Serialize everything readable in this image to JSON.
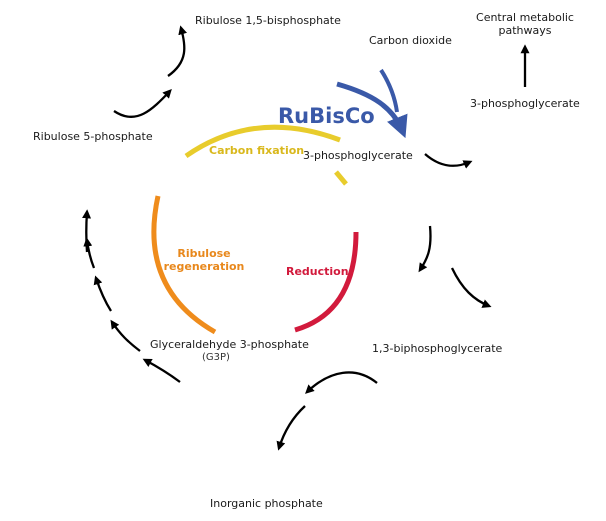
{
  "labels": {
    "rubp": "Ribulose 1,5-bisphosphate",
    "co2": "Carbon dioxide",
    "central_line1": "Central metabolic",
    "central_line2": "pathways",
    "pga_right": "3-phosphoglycerate",
    "pga_cycle": "3-phosphoglycerate",
    "ru5p": "Ribulose 5-phosphate",
    "bpg": "1,3-biphosphoglycerate",
    "g3p": "Glyceraldehyde 3-phosphate",
    "g3p_abbr": "(G3P)",
    "pi": "Inorganic phosphate"
  },
  "enzyme": "RuBisCo",
  "phases": {
    "fixation": "Carbon fixation",
    "regeneration_line1": "Ribulose",
    "regeneration_line2": "regeneration",
    "reduction": "Reduction"
  },
  "colors": {
    "fixation": "#e8cc2c",
    "regeneration": "#ef8c1c",
    "reduction": "#d21a3c",
    "enzyme": "#3a59a8",
    "arrows": "#000000",
    "text": "#1a1a1a"
  }
}
